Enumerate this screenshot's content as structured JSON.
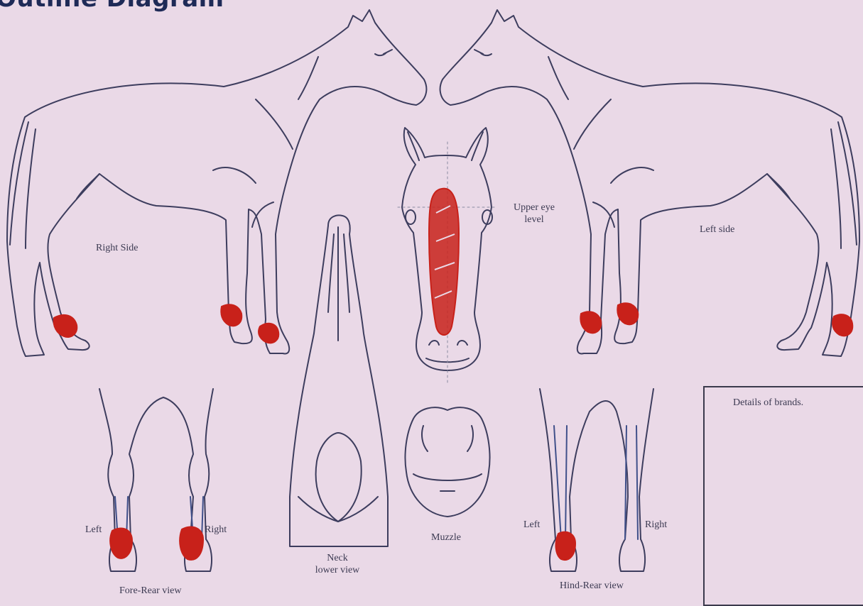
{
  "title": "Outline Diagram",
  "labels": {
    "right_side": "Right Side",
    "left_side": "Left side",
    "upper_eye_line1": "Upper eye",
    "upper_eye_line2": "level",
    "neck_line1": "Neck",
    "neck_line2": "lower view",
    "muzzle": "Muzzle",
    "fore_left": "Left",
    "fore_right": "Right",
    "fore_rear_view": "Fore-Rear view",
    "hind_left": "Left",
    "hind_right": "Right",
    "hind_rear_view": "Hind-Rear view",
    "brands_details": "Details of brands."
  },
  "colors": {
    "paper": "#ead9e7",
    "outline": "#3d3d5e",
    "marking": "#c8211a"
  }
}
